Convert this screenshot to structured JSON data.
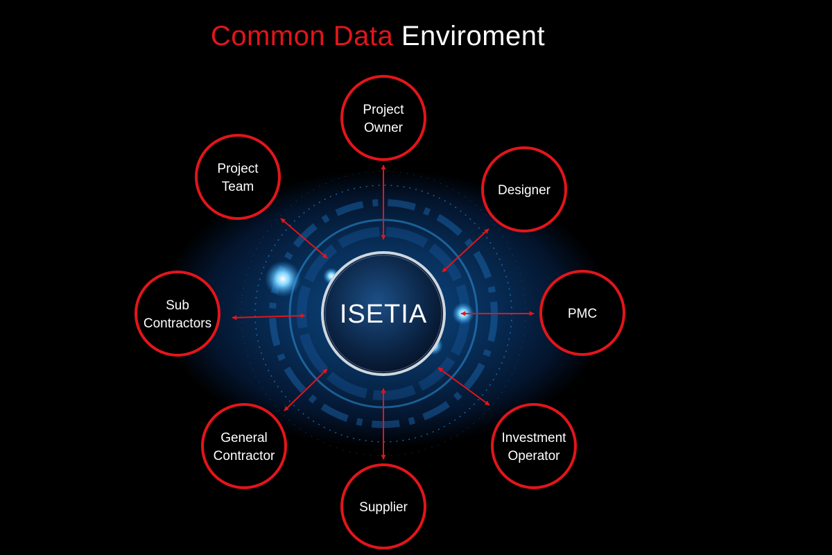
{
  "title": {
    "accent": "Common Data",
    "rest": "Enviroment"
  },
  "hub": {
    "label": "ISETIA"
  },
  "nodes": [
    {
      "id": "project-owner",
      "lines": [
        "Project",
        "Owner"
      ]
    },
    {
      "id": "designer",
      "lines": [
        "Designer"
      ]
    },
    {
      "id": "pmc",
      "lines": [
        "PMC"
      ]
    },
    {
      "id": "investment-operator",
      "lines": [
        "Investment",
        "Operator"
      ]
    },
    {
      "id": "supplier",
      "lines": [
        "Supplier"
      ]
    },
    {
      "id": "general-contractor",
      "lines": [
        "General",
        "Contractor"
      ]
    },
    {
      "id": "sub-contractors",
      "lines": [
        "Sub",
        "Contractors"
      ]
    },
    {
      "id": "project-team",
      "lines": [
        "Project",
        "Team"
      ]
    }
  ],
  "colors": {
    "accent_red": "#e3151b",
    "node_fill": "#000000",
    "glow_blue": "#1f8fe6",
    "hub_ring": "#cfd6de"
  }
}
